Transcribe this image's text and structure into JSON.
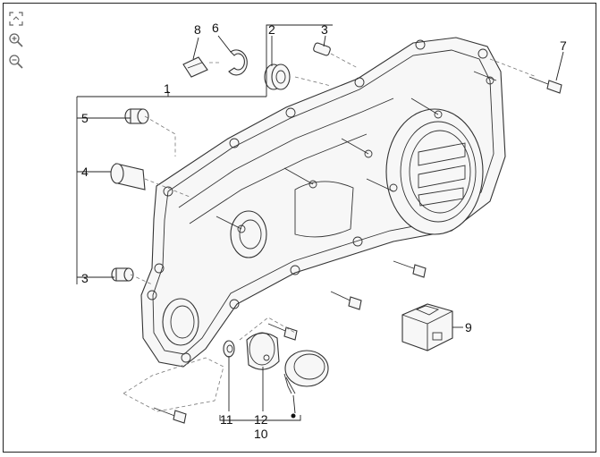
{
  "toolbar": {
    "tools": [
      {
        "name": "fit-to-screen-icon"
      },
      {
        "name": "zoom-in-icon"
      },
      {
        "name": "zoom-out-icon"
      }
    ]
  },
  "callouts": {
    "c1": "1",
    "c2": "2",
    "c3a": "3",
    "c3b": "3",
    "c4": "4",
    "c5": "5",
    "c6": "6",
    "c7": "7",
    "c8": "8",
    "c9": "9",
    "c10": "10",
    "c11": "11",
    "c12": "12"
  },
  "colors": {
    "line": "#333333",
    "fill": "#f7f7f7",
    "border": "#222222"
  }
}
